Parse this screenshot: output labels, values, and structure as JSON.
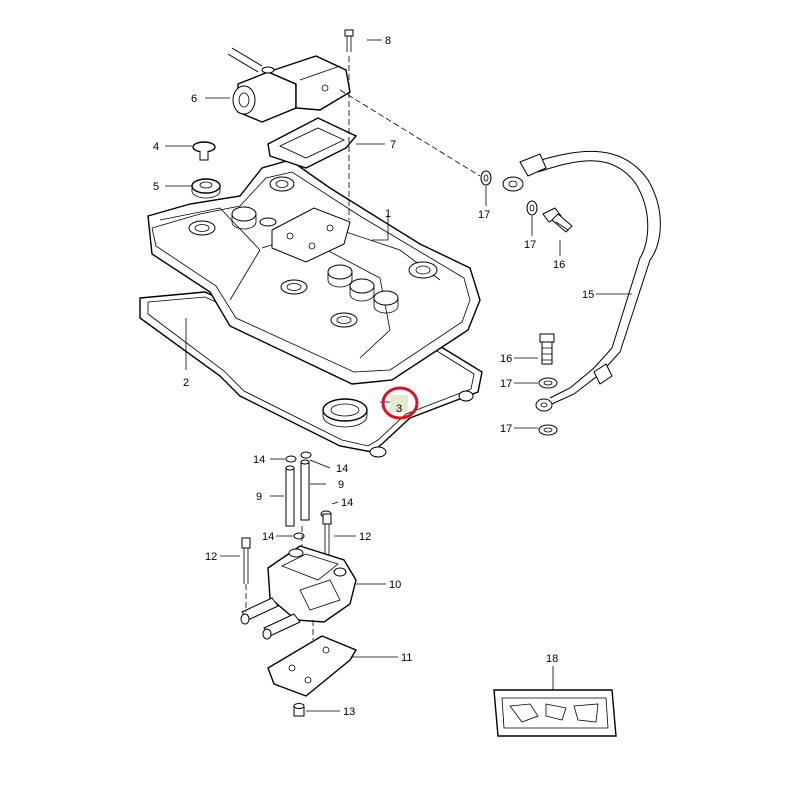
{
  "diagram": {
    "highlight": {
      "ring_color": "#d9141e",
      "fill_color": "#e4ecd0"
    },
    "labels": {
      "p1": "1",
      "p2": "2",
      "p3": "3",
      "p4": "4",
      "p5": "5",
      "p6": "6",
      "p7": "7",
      "p8": "8",
      "p9a": "9",
      "p9b": "9",
      "p10": "10",
      "p11": "11",
      "p12a": "12",
      "p12b": "12",
      "p13": "13",
      "p14a": "14",
      "p14b": "14",
      "p14c": "14",
      "p14d": "14",
      "p15": "15",
      "p16a": "16",
      "p16b": "16",
      "p17a": "17",
      "p17b": "17",
      "p17c": "17",
      "p17d": "17",
      "p18": "18"
    }
  }
}
